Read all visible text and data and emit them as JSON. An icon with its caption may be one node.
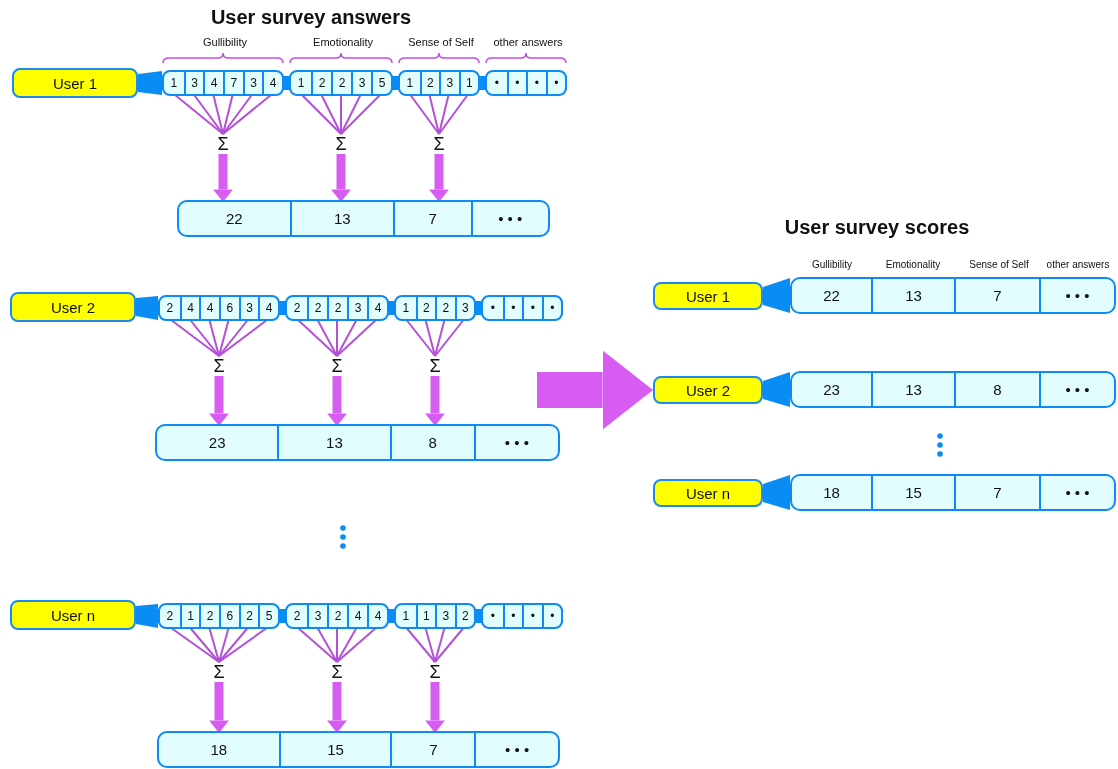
{
  "diagram": {
    "nodes": [
      {
        "text": [
          "User 1"
        ]
      },
      {
        "text": [],
        "shape": "bar"
      },
      {
        "text": [],
        "shape": "box",
        "in": 1
      },
      {
        "text": [
          "1"
        ],
        "in": 2
      },
      {
        "text": [
          "3"
        ],
        "in": 2
      },
      {
        "text": [
          "4"
        ],
        "in": 2
      },
      {
        "text": [
          "7"
        ],
        "in": 2
      },
      {
        "text": [
          "3"
        ],
        "in": 2
      },
      {
        "text": [
          "4"
        ],
        "in": 2
      },
      {
        "text": [],
        "shape": "box",
        "in": 1
      },
      {
        "text": [
          "1"
        ],
        "in": 9
      },
      {
        "text": [
          "2"
        ],
        "in": 9
      },
      {
        "text": [
          "2"
        ],
        "in": 9
      },
      {
        "text": [
          "3"
        ],
        "in": 9
      },
      {
        "text": [
          "5"
        ],
        "in": 9
      },
      {
        "text": [],
        "shape": "box",
        "in": 1
      },
      {
        "text": [
          "1"
        ],
        "in": 15
      },
      {
        "text": [
          "2"
        ],
        "in": 15
      },
      {
        "text": [
          "3"
        ],
        "in": 15
      },
      {
        "text": [
          "1"
        ],
        "in": 15
      },
      {
        "text": [],
        "shape": "box",
        "in": 1
      },
      {
        "text": [
          "•"
        ],
        "in": 20
      },
      {
        "text": [
          "•"
        ],
        "in": 20
      },
      {
        "text": [
          "•"
        ],
        "in": 20
      },
      {
        "text": [
          "•"
        ],
        "in": 20
      },
      {
        "text": [
          "Σ"
        ]
      },
      {
        "text": [
          "Σ"
        ]
      },
      {
        "text": [
          "Σ"
        ]
      },
      {
        "text": [],
        "shape": "box"
      },
      {
        "text": [
          "22"
        ],
        "in": 28
      },
      {
        "text": [
          "13"
        ],
        "in": 28
      },
      {
        "text": [
          "7"
        ],
        "in": 28
      },
      {
        "text": [
          "• • •"
        ],
        "in": 28
      },
      {
        "text": [
          "User 2"
        ]
      },
      {
        "text": [],
        "shape": "bar"
      },
      {
        "text": [],
        "shape": "box",
        "in": 34
      },
      {
        "text": [
          "2"
        ],
        "in": 35
      },
      {
        "text": [
          "4"
        ],
        "in": 35
      },
      {
        "text": [
          "4"
        ],
        "in": 35
      },
      {
        "text": [
          "6"
        ],
        "in": 35
      },
      {
        "text": [
          "3"
        ],
        "in": 35
      },
      {
        "text": [
          "4"
        ],
        "in": 35
      },
      {
        "text": [],
        "shape": "box",
        "in": 34
      },
      {
        "text": [
          "2"
        ],
        "in": 42
      },
      {
        "text": [
          "2"
        ],
        "in": 42
      },
      {
        "text": [
          "2"
        ],
        "in": 42
      },
      {
        "text": [
          "3"
        ],
        "in": 42
      },
      {
        "text": [
          "4"
        ],
        "in": 42
      },
      {
        "text": [],
        "shape": "box",
        "in": 34
      },
      {
        "text": [
          "1"
        ],
        "in": 48
      },
      {
        "text": [
          "2"
        ],
        "in": 48
      },
      {
        "text": [
          "2"
        ],
        "in": 48
      },
      {
        "text": [
          "3"
        ],
        "in": 48
      },
      {
        "text": [],
        "shape": "box",
        "in": 34
      },
      {
        "text": [
          "•"
        ],
        "in": 53
      },
      {
        "text": [
          "•"
        ],
        "in": 53
      },
      {
        "text": [
          "•"
        ],
        "in": 53
      },
      {
        "text": [
          "•"
        ],
        "in": 53
      },
      {
        "text": [
          "Σ"
        ]
      },
      {
        "text": [
          "Σ"
        ]
      },
      {
        "text": [
          "Σ"
        ]
      },
      {
        "text": [],
        "shape": "box"
      },
      {
        "text": [
          "23"
        ],
        "in": 61
      },
      {
        "text": [
          "13"
        ],
        "in": 61
      },
      {
        "text": [
          "8"
        ],
        "in": 61
      },
      {
        "text": [
          "• • •"
        ],
        "in": 61
      },
      {
        "text": [
          "User n"
        ]
      },
      {
        "text": [],
        "shape": "bar"
      },
      {
        "text": [],
        "shape": "box",
        "in": 67
      },
      {
        "text": [
          "2"
        ],
        "in": 68
      },
      {
        "text": [
          "1"
        ],
        "in": 68
      },
      {
        "text": [
          "2"
        ],
        "in": 68
      },
      {
        "text": [
          "6"
        ],
        "in": 68
      },
      {
        "text": [
          "2"
        ],
        "in": 68
      },
      {
        "text": [
          "5"
        ],
        "in": 68
      },
      {
        "text": [],
        "shape": "box",
        "in": 67
      },
      {
        "text": [
          "2"
        ],
        "in": 75
      },
      {
        "text": [
          "3"
        ],
        "in": 75
      },
      {
        "text": [
          "2"
        ],
        "in": 75
      },
      {
        "text": [
          "4"
        ],
        "in": 75
      },
      {
        "text": [
          "4"
        ],
        "in": 75
      },
      {
        "text": [],
        "shape": "box",
        "in": 67
      },
      {
        "text": [
          "1"
        ],
        "in": 81
      },
      {
        "text": [
          "1"
        ],
        "in": 81
      },
      {
        "text": [
          "3"
        ],
        "in": 81
      },
      {
        "text": [
          "2"
        ],
        "in": 81
      },
      {
        "text": [],
        "shape": "box",
        "in": 67
      },
      {
        "text": [
          "•"
        ],
        "in": 86
      },
      {
        "text": [
          "•"
        ],
        "in": 86
      },
      {
        "text": [
          "•"
        ],
        "in": 86
      },
      {
        "text": [
          "•"
        ],
        "in": 86
      },
      {
        "text": [
          "Σ"
        ]
      },
      {
        "text": [
          "Σ"
        ]
      },
      {
        "text": [
          "Σ"
        ]
      },
      {
        "text": [],
        "shape": "box"
      },
      {
        "text": [
          "18"
        ],
        "in": 94
      },
      {
        "text": [
          "15"
        ],
        "in": 94
      },
      {
        "text": [
          "7"
        ],
        "in": 94
      },
      {
        "text": [
          "• • •"
        ],
        "in": 94
      },
      {
        "text": [
          "User 1"
        ]
      },
      {
        "text": [],
        "shape": "box"
      },
      {
        "text": [
          "22"
        ],
        "in": 100
      },
      {
        "text": [
          "13"
        ],
        "in": 100
      },
      {
        "text": [
          "7"
        ],
        "in": 100
      },
      {
        "text": [
          "• • •"
        ],
        "in": 100
      },
      {
        "text": [
          "User 2"
        ]
      },
      {
        "text": [],
        "shape": "box"
      },
      {
        "text": [
          "23"
        ],
        "in": 106
      },
      {
        "text": [
          "13"
        ],
        "in": 106
      },
      {
        "text": [
          "8"
        ],
        "in": 106
      },
      {
        "text": [
          "• • •"
        ],
        "in": 106
      },
      {
        "text": [
          "User n"
        ]
      },
      {
        "text": [],
        "shape": "box"
      },
      {
        "text": [
          "18"
        ],
        "in": 112
      },
      {
        "text": [
          "15"
        ],
        "in": 112
      },
      {
        "text": [
          "7"
        ],
        "in": 112
      },
      {
        "text": [
          "• • •"
        ],
        "in": 112
      }
    ],
    "edges": [
      {
        "from": 0,
        "to": 1,
        "arrow": "none",
        "style": "thick",
        "color": "#0a8cf5"
      },
      {
        "from": 3,
        "to": 25,
        "arrow": "none"
      },
      {
        "from": 4,
        "to": 25,
        "arrow": "none"
      },
      {
        "from": 5,
        "to": 25,
        "arrow": "none"
      },
      {
        "from": 6,
        "to": 25,
        "arrow": "none"
      },
      {
        "from": 7,
        "to": 25,
        "arrow": "none"
      },
      {
        "from": 8,
        "to": 25,
        "arrow": "none"
      },
      {
        "from": 10,
        "to": 26,
        "arrow": "none"
      },
      {
        "from": 11,
        "to": 26,
        "arrow": "none"
      },
      {
        "from": 12,
        "to": 26,
        "arrow": "none"
      },
      {
        "from": 13,
        "to": 26,
        "arrow": "none"
      },
      {
        "from": 14,
        "to": 26,
        "arrow": "none"
      },
      {
        "from": 16,
        "to": 27,
        "arrow": "none"
      },
      {
        "from": 17,
        "to": 27,
        "arrow": "none"
      },
      {
        "from": 18,
        "to": 27,
        "arrow": "none"
      },
      {
        "from": 19,
        "to": 27,
        "arrow": "none"
      },
      {
        "from": 25,
        "to": 29,
        "arrow": "to",
        "style": "thick",
        "color": "#d65cf2"
      },
      {
        "from": 26,
        "to": 30,
        "arrow": "to",
        "style": "thick",
        "color": "#d65cf2"
      },
      {
        "from": 27,
        "to": 31,
        "arrow": "to",
        "style": "thick",
        "color": "#d65cf2"
      },
      {
        "from": 33,
        "to": 34,
        "arrow": "none",
        "style": "thick",
        "color": "#0a8cf5"
      },
      {
        "from": 36,
        "to": 58,
        "arrow": "none"
      },
      {
        "from": 37,
        "to": 58,
        "arrow": "none"
      },
      {
        "from": 38,
        "to": 58,
        "arrow": "none"
      },
      {
        "from": 39,
        "to": 58,
        "arrow": "none"
      },
      {
        "from": 40,
        "to": 58,
        "arrow": "none"
      },
      {
        "from": 41,
        "to": 58,
        "arrow": "none"
      },
      {
        "from": 43,
        "to": 59,
        "arrow": "none"
      },
      {
        "from": 44,
        "to": 59,
        "arrow": "none"
      },
      {
        "from": 45,
        "to": 59,
        "arrow": "none"
      },
      {
        "from": 46,
        "to": 59,
        "arrow": "none"
      },
      {
        "from": 47,
        "to": 59,
        "arrow": "none"
      },
      {
        "from": 49,
        "to": 60,
        "arrow": "none"
      },
      {
        "from": 50,
        "to": 60,
        "arrow": "none"
      },
      {
        "from": 51,
        "to": 60,
        "arrow": "none"
      },
      {
        "from": 52,
        "to": 60,
        "arrow": "none"
      },
      {
        "from": 58,
        "to": 62,
        "arrow": "to",
        "style": "thick",
        "color": "#d65cf2"
      },
      {
        "from": 59,
        "to": 63,
        "arrow": "to",
        "style": "thick",
        "color": "#d65cf2"
      },
      {
        "from": 60,
        "to": 64,
        "arrow": "to",
        "style": "thick",
        "color": "#d65cf2"
      },
      {
        "from": 66,
        "to": 67,
        "arrow": "none",
        "style": "thick",
        "color": "#0a8cf5"
      },
      {
        "from": 69,
        "to": 91,
        "arrow": "none"
      },
      {
        "from": 70,
        "to": 91,
        "arrow": "none"
      },
      {
        "from": 71,
        "to": 91,
        "arrow": "none"
      },
      {
        "from": 72,
        "to": 91,
        "arrow": "none"
      },
      {
        "from": 73,
        "to": 91,
        "arrow": "none"
      },
      {
        "from": 74,
        "to": 91,
        "arrow": "none"
      },
      {
        "from": 76,
        "to": 92,
        "arrow": "none"
      },
      {
        "from": 77,
        "to": 92,
        "arrow": "none"
      },
      {
        "from": 78,
        "to": 92,
        "arrow": "none"
      },
      {
        "from": 79,
        "to": 92,
        "arrow": "none"
      },
      {
        "from": 80,
        "to": 92,
        "arrow": "none"
      },
      {
        "from": 82,
        "to": 93,
        "arrow": "none"
      },
      {
        "from": 83,
        "to": 93,
        "arrow": "none"
      },
      {
        "from": 84,
        "to": 93,
        "arrow": "none"
      },
      {
        "from": 85,
        "to": 93,
        "arrow": "none"
      },
      {
        "from": 91,
        "to": 95,
        "arrow": "to",
        "style": "thick",
        "color": "#d65cf2"
      },
      {
        "from": 92,
        "to": 96,
        "arrow": "to",
        "style": "thick",
        "color": "#d65cf2"
      },
      {
        "from": 93,
        "to": 97,
        "arrow": "to",
        "style": "thick",
        "color": "#d65cf2"
      },
      {
        "from": 99,
        "to": 100,
        "arrow": "none",
        "style": "thick",
        "color": "#0a8cf5"
      },
      {
        "from": 105,
        "to": 106,
        "arrow": "none",
        "style": "thick",
        "color": "#0a8cf5"
      },
      {
        "from": 111,
        "to": 112,
        "arrow": "none",
        "style": "thick",
        "color": "#0a8cf5"
      },
      {
        "from": null,
        "to": 105,
        "arrow": "to",
        "style": "thick",
        "color": "#d65cf2"
      }
    ],
    "labels": [
      "User survey answers",
      "Gullibility",
      "Emotionality",
      "Sense of Self",
      "other answers",
      "User survey scores",
      "Gullibility",
      "Emotionality",
      "Sense of Self",
      "other answers"
    ]
  }
}
